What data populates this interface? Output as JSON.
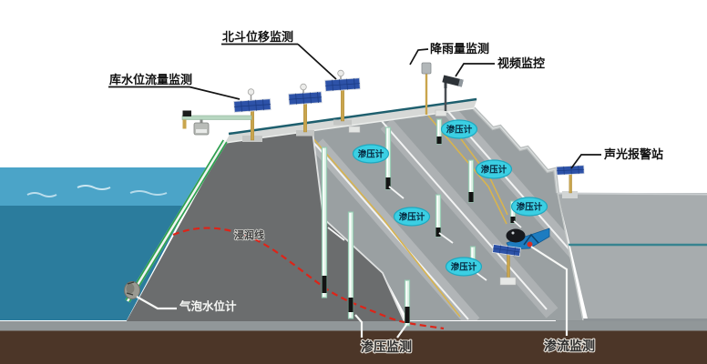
{
  "scene": {
    "title": "dam-safety-monitoring-schematic",
    "callouts": {
      "reservoir_level_flow": "库水位流量监测",
      "beidou_displacement": "北斗位移监测",
      "rainfall": "降雨量监测",
      "video_surveillance": "视频监控",
      "sound_light_alarm": "声光报警站"
    },
    "annotations": {
      "saturation_line": "浸润线",
      "bubble_water_level_gauge": "气泡水位计",
      "pore_pressure_monitoring": "渗压监测",
      "seepage_flow_monitoring": "渗流监测",
      "piezometer": "渗压计",
      "piezometer_tag_count": 6
    },
    "colors": {
      "water_light": "#4ba4c8",
      "water_dark": "#2b7c9d",
      "ground_brown": "#4c3628",
      "dam_dark_shell": "#6b6d6e",
      "dam_cut_face": "#9aa0a2",
      "crest_road": "#d6d8d6",
      "flat_ground": "#a7acae",
      "piezometer_tag_cyan": "#3bcfe3",
      "saturation_line_red": "#dd2418",
      "pipe_green": "#2da04f",
      "solar_panel_blue": "#2d52a8",
      "pole_tan": "#c9a54d",
      "channel_teal": "#37838f"
    }
  }
}
